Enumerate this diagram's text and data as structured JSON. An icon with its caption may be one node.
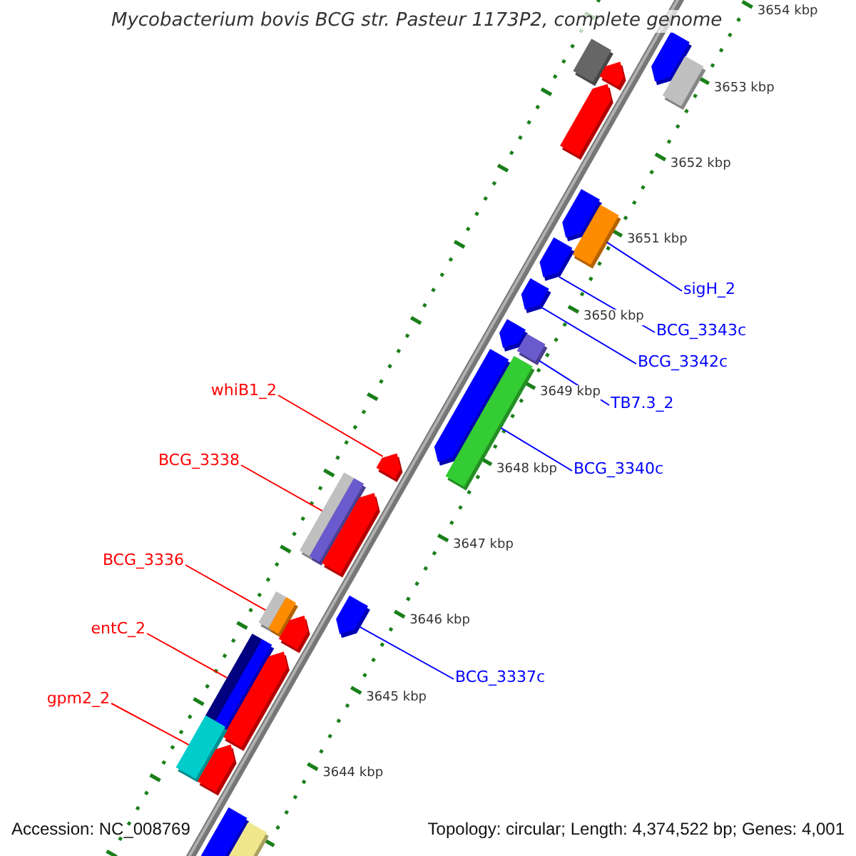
{
  "diagram": {
    "title": "Mycobacterium bovis BCG str. Pasteur 1173P2, complete genome",
    "nodes": [
      {
        "text": [
          "whiB1_2"
        ]
      },
      {
        "text": [
          "BCG_3338"
        ]
      },
      {
        "text": [
          "BCG_3336"
        ]
      },
      {
        "text": [
          "entC_2"
        ]
      },
      {
        "text": [
          "gpm2_2"
        ]
      },
      {
        "text": [
          "sigH_2"
        ]
      },
      {
        "text": [
          "BCG_3343c"
        ]
      },
      {
        "text": [
          "BCG_3342c"
        ]
      },
      {
        "text": [
          "TB7.3_2"
        ]
      },
      {
        "text": [
          "BCG_3340c"
        ]
      },
      {
        "text": [
          "BCG_3337c"
        ]
      },
      {
        "text": [],
        "shape": "arrow"
      },
      {
        "text": [],
        "shape": "bar"
      },
      {
        "text": [],
        "shape": "bar"
      },
      {
        "text": [],
        "shape": "arrow"
      },
      {
        "text": [],
        "shape": "arrow"
      },
      {
        "text": [],
        "shape": "arrow"
      },
      {
        "text": [],
        "shape": "bar"
      },
      {
        "text": [],
        "shape": "arrow"
      },
      {
        "text": [],
        "shape": "arrow"
      },
      {
        "text": [],
        "shape": "arrow"
      },
      {
        "text": [],
        "shape": "bar"
      },
      {
        "text": [],
        "shape": "arrow"
      },
      {
        "text": [],
        "shape": "bar"
      },
      {
        "text": [],
        "shape": "arrow"
      },
      {
        "text": [],
        "shape": "bar"
      },
      {
        "text": [],
        "shape": "arrow"
      },
      {
        "text": [],
        "shape": "arrow"
      },
      {
        "text": [],
        "shape": "bar"
      },
      {
        "text": [],
        "shape": "arrow"
      },
      {
        "text": [],
        "shape": "bar"
      },
      {
        "text": [],
        "shape": "arrow"
      },
      {
        "text": [],
        "shape": "bar"
      },
      {
        "text": [],
        "shape": "arrow"
      },
      {
        "text": [],
        "shape": "bar"
      },
      {
        "text": [],
        "shape": "bar"
      }
    ],
    "edges": [
      {
        "from": 0,
        "to": 24,
        "arrow": "none",
        "color": "#ff0000"
      },
      {
        "from": 1,
        "to": 25,
        "arrow": "none",
        "color": "#ff0000"
      },
      {
        "from": 2,
        "to": 28,
        "arrow": "none",
        "color": "#ff0000"
      },
      {
        "from": 3,
        "to": 30,
        "arrow": "none",
        "color": "#ff0000"
      },
      {
        "from": 4,
        "to": 32,
        "arrow": "none",
        "color": "#ff0000"
      },
      {
        "from": 5,
        "to": 17,
        "arrow": "none"
      },
      {
        "from": 6,
        "to": 18,
        "arrow": "none"
      },
      {
        "from": 7,
        "to": 19,
        "arrow": "none"
      },
      {
        "from": 8,
        "to": 21,
        "arrow": "none"
      },
      {
        "from": 9,
        "to": 23,
        "arrow": "none"
      },
      {
        "from": 10,
        "to": 27,
        "arrow": "none"
      }
    ],
    "labels": [
      "3654 kbp",
      "3653 kbp",
      "3652 kbp",
      "3651 kbp",
      "3650 kbp",
      "3649 kbp",
      "3648 kbp",
      "3647 kbp",
      "3646 kbp",
      "3645 kbp",
      "3644 kbp",
      "Accession: NC_008769",
      "Topology: circular; Length: 4,374,522 bp; Genes: 4,001"
    ]
  }
}
